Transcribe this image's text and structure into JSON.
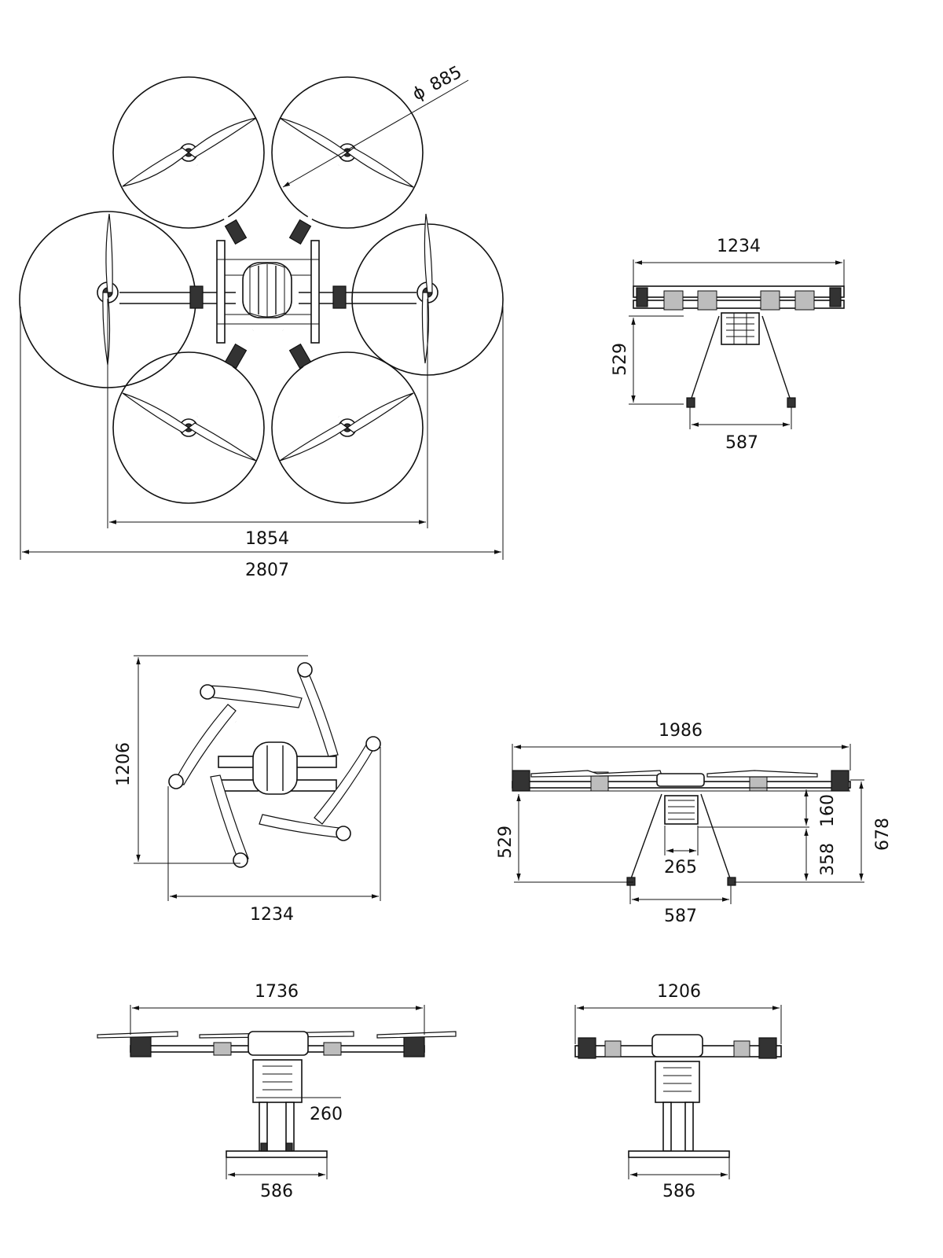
{
  "views": {
    "top_deployed": {
      "prop_diameter": "885",
      "motor_span": "1854",
      "overall_span": "2807"
    },
    "side_compact": {
      "width": "1234",
      "height": "529",
      "gear_width": "587"
    },
    "top_folded": {
      "height": "1206",
      "width": "1234"
    },
    "side_deployed": {
      "width": "1986",
      "leg_height": "529",
      "body_height": "160",
      "gear_height": "358",
      "total_height": "678",
      "battery_width": "265",
      "gear_width": "587"
    },
    "front_deployed": {
      "width": "1736",
      "tank_height": "260",
      "skid_width": "586"
    },
    "front_folded": {
      "width": "1206",
      "skid_width": "586"
    }
  },
  "symbols": {
    "diameter": "ϕ"
  },
  "colors": {
    "line": "#111111",
    "paper": "#ffffff",
    "fill_gray": "#bdbdbd"
  }
}
